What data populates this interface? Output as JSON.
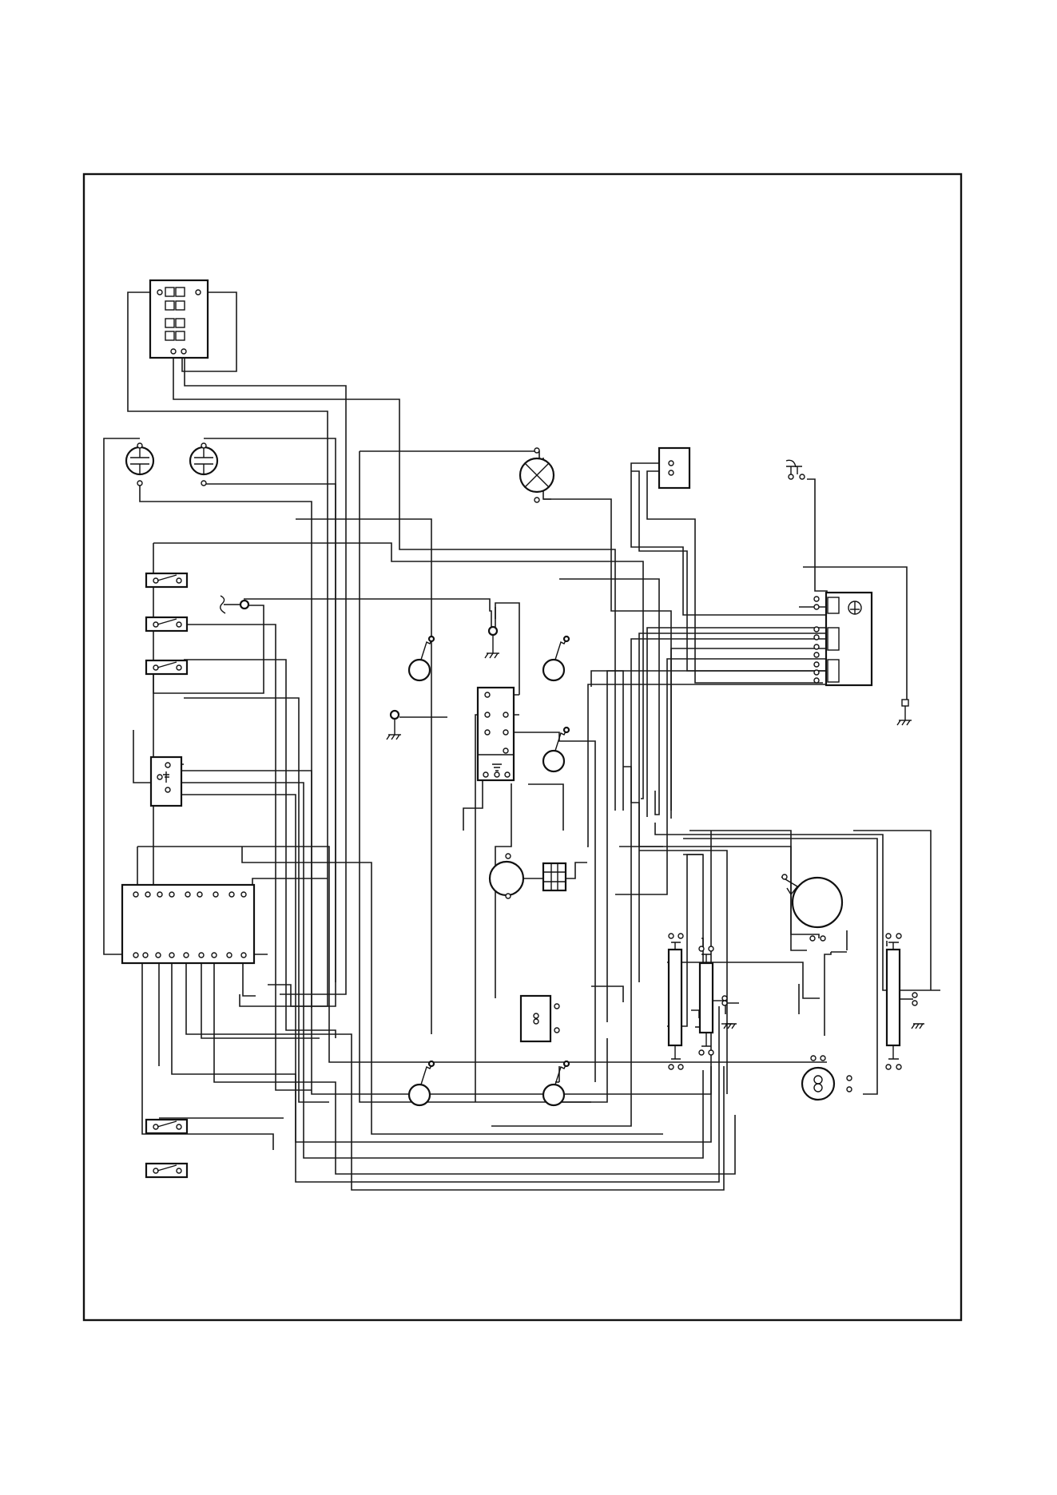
{
  "diagram": {
    "kind": "wiring-schematic",
    "has_text_labels": false,
    "line_color": "#1a1a1a",
    "background": "#ffffff",
    "components": [
      "display-panel",
      "neon-indicator",
      "neon-indicator",
      "relay-switch",
      "relay-switch",
      "relay-switch",
      "thermal-switch",
      "terminal-block",
      "control-board",
      "relay-switch",
      "relay-switch",
      "lamp",
      "connector-block",
      "terminal-board",
      "heating-element",
      "heating-element",
      "heating-element",
      "heating-element",
      "heating-element",
      "heating-element",
      "junction-box",
      "motor",
      "connector",
      "transformer",
      "fan-motor",
      "fan-motor",
      "heater-rod",
      "heater-rod",
      "heater-rod",
      "earth-ground"
    ]
  }
}
